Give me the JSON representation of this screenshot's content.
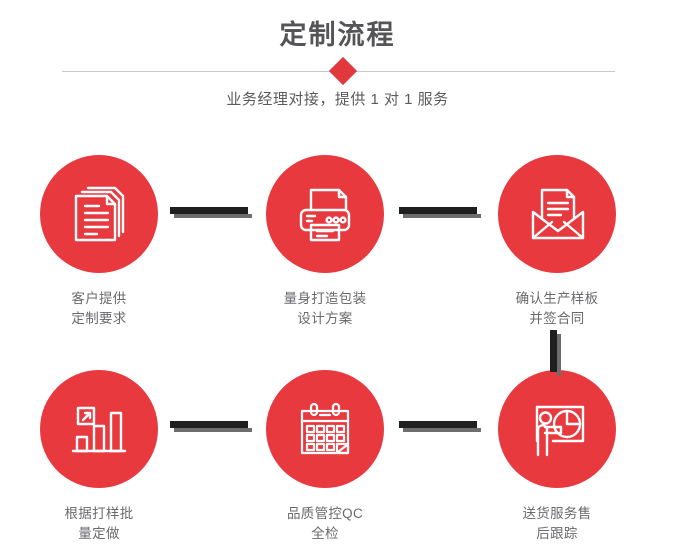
{
  "header": {
    "title": "定制流程",
    "subtitle": "业务经理对接，提供 1 对 1 服务",
    "divider_icon": "diamond-marker"
  },
  "theme": {
    "accent_red": "#E8393E",
    "diamond_red": "#E0383C",
    "title_gray": "#555558",
    "label_gray": "#6A6A6D",
    "connector_dark": "#1F1F1F",
    "connector_shadow": "#6D6D6D",
    "divider_gray": "#C9C9C9",
    "background": "#FFFFFF"
  },
  "flow": {
    "steps": [
      {
        "index": "1",
        "icon": "documents-stack-icon",
        "label": "客户提供\n定制要求"
      },
      {
        "index": "2",
        "icon": "printer-icon",
        "label": "量身打造包装\n设计方案"
      },
      {
        "index": "3",
        "icon": "open-envelope-letter-icon",
        "label": "确认生产样板\n并签合同"
      },
      {
        "index": "4",
        "icon": "bar-chart-growth-icon",
        "label": "根据打样批\n量定做"
      },
      {
        "index": "5",
        "icon": "calendar-icon",
        "label": "品质管控QC\n全检"
      },
      {
        "index": "6",
        "icon": "presenter-piechart-icon",
        "label": "送货服务售\n后跟踪"
      }
    ],
    "connectors": [
      {
        "name": "connector-step1-step2",
        "orientation": "horizontal"
      },
      {
        "name": "connector-step2-step3",
        "orientation": "horizontal"
      },
      {
        "name": "connector-step3-step6",
        "orientation": "vertical"
      },
      {
        "name": "connector-step4-step5",
        "orientation": "horizontal"
      },
      {
        "name": "connector-step5-step6",
        "orientation": "horizontal"
      }
    ]
  }
}
